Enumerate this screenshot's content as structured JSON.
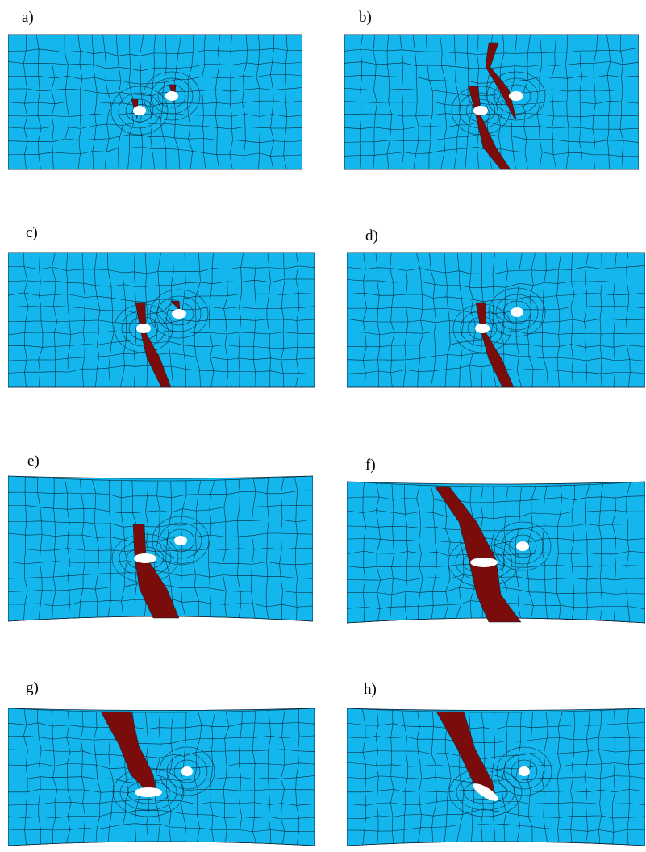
{
  "colors": {
    "mesh_fill": "#13B7EE",
    "mesh_line": "#0a2433",
    "damage": "#7A0C0C",
    "hole": "#ffffff"
  },
  "panels": [
    {
      "label": "a)"
    },
    {
      "label": "b)"
    },
    {
      "label": "c)"
    },
    {
      "label": "d)"
    },
    {
      "label": "e)"
    },
    {
      "label": "f)"
    },
    {
      "label": "g)"
    },
    {
      "label": "h)"
    }
  ]
}
